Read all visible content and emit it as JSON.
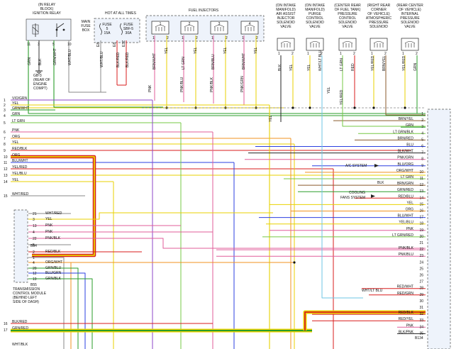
{
  "header": {
    "ign_relay": [
      "(IN RELAY",
      "BLOCK)",
      "IGNITION RELAY"
    ],
    "main_fuse_box": [
      "MAIN",
      "FUSE",
      "BOX"
    ],
    "hot_at_all_times": "HOT AT ALL TIMES",
    "fuse5": [
      "FUSE",
      "5",
      "15A"
    ],
    "fuse_sbf5": [
      "FUSE",
      "SBF-5",
      "30A"
    ],
    "fuel_injectors": "FUEL INJECTORS",
    "iaa": [
      "(ON INTAKE",
      "MANIFOLD)",
      "AIR ASSIST",
      "INJECTOR",
      "SOLENOID",
      "VALVE"
    ],
    "purge": [
      "(ON INTAKE",
      "MANIFOLD)",
      "PURGE",
      "CONTROL",
      "SOLENOID",
      "VALVE"
    ],
    "ftp": [
      "(CENTER REAR",
      "OF FUEL TANK)",
      "PRESSURE",
      "CONTROL",
      "SOLENOID",
      "VALVE"
    ],
    "atmos": [
      "(RIGHT REAR",
      "CORNER",
      "OF VEHICLE)",
      "ATMOSPHERIC",
      "PRESSURE",
      "SOLENOID"
    ],
    "internal": [
      "(REAR CENTER",
      "OF VEHICLE)",
      "INTERNAL",
      "PRESSURE",
      "SOLENOID",
      "VALVE"
    ],
    "gb3": [
      "GB-3",
      "(REAR OF",
      "ENGINE",
      "COMPT)"
    ]
  },
  "relay_pins": [
    {
      "pin": "11",
      "wire": "GRN"
    },
    {
      "pin": "3",
      "wire": "BLK"
    },
    {
      "pin": "5",
      "wire": "GRN/WHT"
    },
    {
      "pin": "10",
      "wire": "WHT/BLU"
    }
  ],
  "fuse_pins": [
    {
      "pin": "E8",
      "wire": "WHT/BLU"
    },
    {
      "pin": "E8",
      "wire": "BLK/RED"
    },
    {
      "pin": "E3Z",
      "wire": "BLK/RED"
    }
  ],
  "injectors": [
    {
      "num": "1",
      "pin_a": "1",
      "pin_b": "2",
      "wire_a": "BRN/WHT",
      "wire_b": "YEL"
    },
    {
      "num": "2",
      "pin_a": "1",
      "pin_b": "2",
      "wire_a": "LT GRN",
      "wire_b": "YEL"
    },
    {
      "num": "3",
      "pin_a": "1",
      "pin_b": "2",
      "wire_a": "BRN/BLU",
      "wire_b": "YEL"
    },
    {
      "num": "4",
      "pin_a": "1",
      "pin_b": "2",
      "wire_a": "BRN/WHT",
      "wire_b": "YEL"
    }
  ],
  "solenoid_wires": {
    "iaa": [
      "BLK",
      "YEL"
    ],
    "purge": [
      "YEL",
      "WHT/LT BLU"
    ],
    "ftp": [
      "LT GRN",
      "RED"
    ],
    "atmos": [
      "YEL/RED",
      "BRN/YEL"
    ],
    "internal": [
      "YEL/RED",
      "GRN"
    ]
  },
  "mid_labels": [
    "PNK",
    "PNK/BLU",
    "PNK/BLK",
    "PNK/GRN",
    "YEL",
    "YEL",
    "YEL/RED"
  ],
  "left_wires": [
    {
      "pin": "1",
      "label": "VIO/GRN"
    },
    {
      "pin": "2",
      "label": "YEL"
    },
    {
      "pin": "3",
      "label": "GRN/WHT"
    },
    {
      "pin": "4",
      "label": "GRN"
    },
    {
      "pin": "5",
      "label": "LT GRN"
    },
    {
      "pin": "6",
      "label": "PNK"
    },
    {
      "pin": "7",
      "label": "ORG"
    },
    {
      "pin": "8",
      "label": "YEL"
    },
    {
      "pin": "9",
      "label": "RED/BLK"
    },
    {
      "pin": "10",
      "label": "ORG"
    },
    {
      "pin": "11",
      "label": "BLU/WHT"
    },
    {
      "pin": "12",
      "label": "YEL/RED"
    },
    {
      "pin": "13",
      "label": "YEL/BLU"
    },
    {
      "pin": "14",
      "label": "YEL"
    },
    {
      "pin": "15",
      "label": "WHT/RED"
    }
  ],
  "tcm": {
    "title": [
      "TRANSMISSION",
      "CONTROL MODULE",
      "(BEHIND LEFT",
      "SIDE OF DASH)"
    ],
    "connector_a": "B54",
    "connector_b": "B55",
    "pins_a": [
      {
        "pin": "21",
        "label": "WHT/RED"
      },
      {
        "pin": "3",
        "label": "YEL"
      },
      {
        "pin": "13",
        "label": "PNK"
      },
      {
        "pin": "4",
        "label": "PNK"
      },
      {
        "pin": "22",
        "label": "PNK/BLK"
      },
      {
        "pin": "5",
        "label": ""
      },
      {
        "pin": "2",
        "label": "RED/BLK"
      }
    ],
    "pins_b": [
      {
        "pin": "1",
        "label": ""
      },
      {
        "pin": "4",
        "label": "ORG/WHT"
      },
      {
        "pin": "20",
        "label": "GRN/BLU"
      },
      {
        "pin": "12",
        "label": "BLU/GRN"
      },
      {
        "pin": "19",
        "label": "GRN/BLK"
      }
    ]
  },
  "bottom_left": [
    {
      "pin": "16",
      "label": "BLK/RED"
    },
    {
      "pin": "17",
      "label": "GRN/RED"
    },
    {
      "pin": "",
      "label": "WHT/BLK"
    }
  ],
  "right_wires": [
    {
      "pin": "1",
      "label": ""
    },
    {
      "pin": "2",
      "label": "BRN/YEL"
    },
    {
      "pin": "3",
      "label": "GRN"
    },
    {
      "pin": "4",
      "label": "LT GRN/BLK"
    },
    {
      "pin": "5",
      "label": "BRN/RED"
    },
    {
      "pin": "6",
      "label": "BLU"
    },
    {
      "pin": "7",
      "label": "BLK/WHT"
    },
    {
      "pin": "8",
      "label": "PNK/GRN"
    },
    {
      "pin": "9",
      "label": "BLU/ORG"
    },
    {
      "pin": "10",
      "label": "ORG/WHT"
    },
    {
      "pin": "11",
      "label": "LT GRN"
    },
    {
      "pin": "12",
      "label": "BRN/GRN"
    },
    {
      "pin": "13",
      "label": "GRN/RED"
    },
    {
      "pin": "14",
      "label": "RED/BLU"
    },
    {
      "pin": "15",
      "label": "YEL"
    },
    {
      "pin": "16",
      "label": "ORG"
    },
    {
      "pin": "17",
      "label": "BLU/WHT"
    },
    {
      "pin": "18",
      "label": "YEL/BLU"
    },
    {
      "pin": "19",
      "label": "PNK"
    },
    {
      "pin": "20",
      "label": "LT GRN/RED"
    },
    {
      "pin": "21",
      "label": ""
    },
    {
      "pin": "22",
      "label": "PNK/BLK"
    },
    {
      "pin": "23",
      "label": "PNK/BLU"
    },
    {
      "pin": "24",
      "label": ""
    },
    {
      "pin": "25",
      "label": ""
    },
    {
      "pin": "26",
      "label": ""
    },
    {
      "pin": "27",
      "label": ""
    },
    {
      "pin": "28",
      "label": "RED/WHT"
    },
    {
      "pin": "29",
      "label": "RED/GRN"
    },
    {
      "pin": "30",
      "label": ""
    },
    {
      "pin": "31",
      "label": ""
    },
    {
      "pin": "32",
      "label": "RED/BLK"
    },
    {
      "pin": "33",
      "label": "RED/YEL"
    },
    {
      "pin": "34",
      "label": "PNK"
    },
    {
      "pin": "35",
      "label": "BLK/PNK"
    }
  ],
  "right_annotations": {
    "ac_system": "A/C SYSTEM",
    "blk": "BLK",
    "cooling": [
      "COOLING",
      "FANS SYSTEM"
    ],
    "wht_lt_blu": "WHT/LT BLU",
    "b134": "B134"
  }
}
